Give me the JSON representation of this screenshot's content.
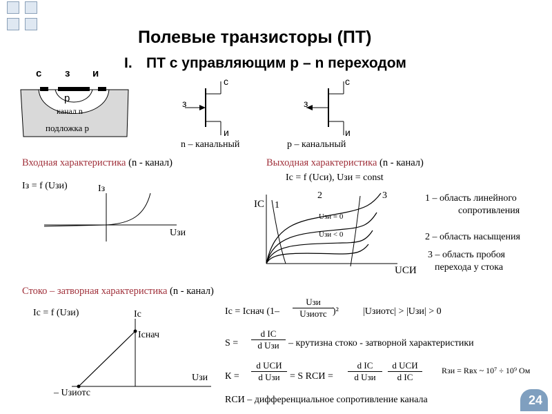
{
  "title": "Полевые транзисторы (ПТ)",
  "subtitle_num": "I.",
  "subtitle": "ПТ с управляющим р – n переходом",
  "structure": {
    "c": "с",
    "z": "з",
    "i": "и",
    "p": "р",
    "channel": "канал n",
    "substrate": "подложка р"
  },
  "symbols": {
    "c": "с",
    "z": "з",
    "i": "и",
    "n_label": "n – канальный",
    "p_label": "р – канальный"
  },
  "input_char": {
    "heading": "Входная характеристика",
    "heading_note": "(n - канал)",
    "formula": "Iз = f (Uзи)",
    "y_axis": "Iз",
    "x_axis": "Uзи"
  },
  "output_char": {
    "heading": "Выходная характеристика",
    "heading_note": "(n - канал)",
    "formula": "Iс = f (Uси), Uзи = const",
    "y_axis": "IC",
    "x_axis": "UСИ",
    "region_1": "1",
    "region_2": "2",
    "region_3": "3",
    "curve_zero": "Uзи = 0",
    "curve_neg": "Uзи < 0"
  },
  "legend": {
    "r1_a": "1 – область линейного",
    "r1_b": "сопротивления",
    "r2": "2 – область насыщения",
    "r3_a": "3 – область пробоя",
    "r3_b": "перехода у стока"
  },
  "transfer_char": {
    "heading": "Стоко – затворная характеристика",
    "heading_note": "(n - канал)",
    "formula": "Iс = f (Uзи)",
    "y_axis": "Iс",
    "x_axis": "Uзи",
    "isat": "Iснач",
    "uoff": "– Uзиотс"
  },
  "equations": {
    "ic_eq": "Iс = Iснач (1–",
    "ic_num": "Uзи",
    "ic_den": "Uзиотс",
    "ic_exp": ")²",
    "cond": "|Uзиотс| > |Uзи| > 0",
    "s_lhs": "S  =",
    "s_num": "d IС",
    "s_den": "d Uзи",
    "s_text": "– крутизна стоко - затворной характеристики",
    "k_lhs": "К  =",
    "k_num": "d UСИ",
    "k_den": "d Uзи",
    "k_mid": "=  S RСИ  =",
    "k2_num": "d IС",
    "k2_den": "d Uзи",
    "k3_num": "d UСИ",
    "k3_den": "d IС",
    "r_note": "Rзи = Rвх ~ 10⁷ ÷ 10⁹ Ом",
    "r_def": "RСИ – дифференциальное сопротивление канала"
  },
  "page_number": "24"
}
